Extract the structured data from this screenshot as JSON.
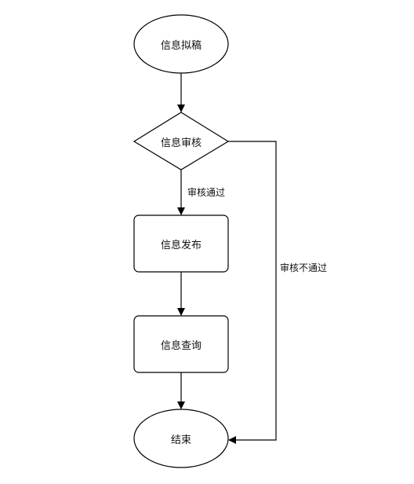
{
  "diagram": {
    "nodes": {
      "draft": {
        "label": "信息拟稿",
        "shape": "ellipse"
      },
      "review": {
        "label": "信息审核",
        "shape": "diamond"
      },
      "publish": {
        "label": "信息发布",
        "shape": "rounded-rect"
      },
      "query": {
        "label": "信息查询",
        "shape": "rounded-rect"
      },
      "end": {
        "label": "结束",
        "shape": "ellipse"
      }
    },
    "edges": {
      "pass": {
        "label": "审核通过"
      },
      "fail": {
        "label": "审核不通过"
      }
    },
    "colors": {
      "stroke": "#000000",
      "fill": "#ffffff",
      "text": "#111111"
    }
  }
}
